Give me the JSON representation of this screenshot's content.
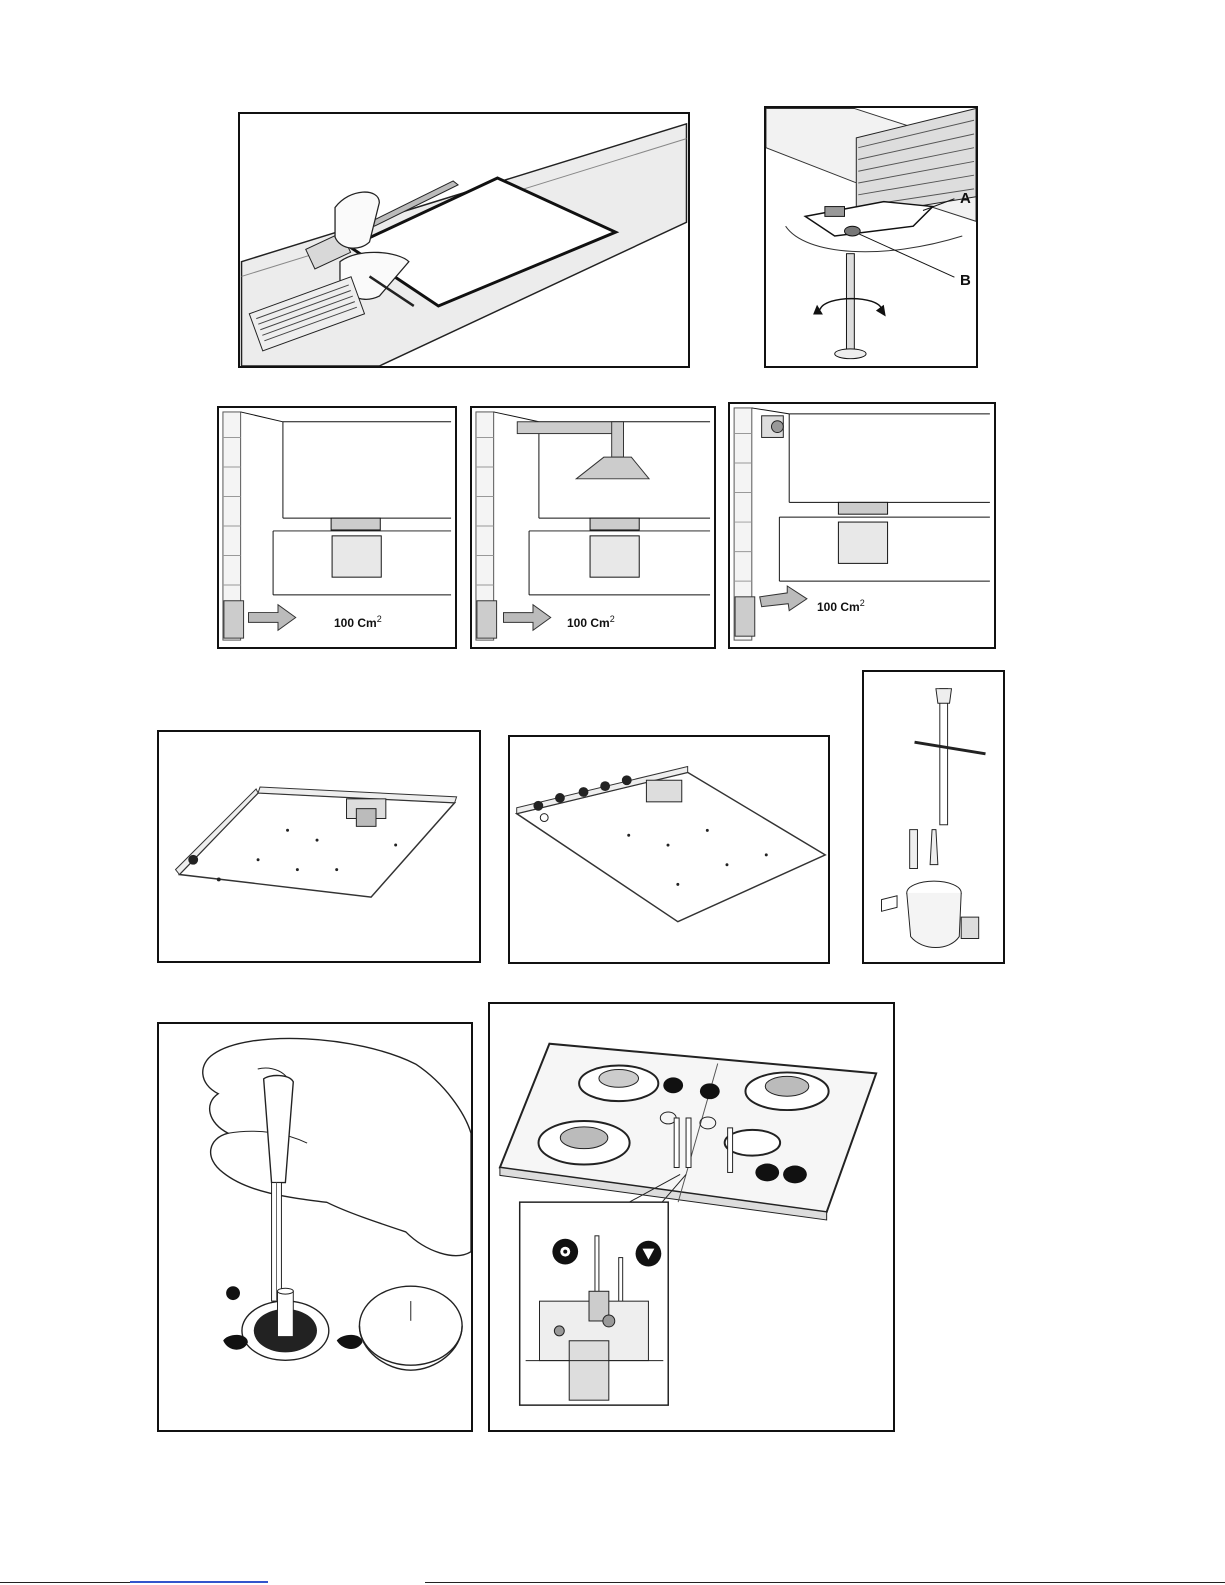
{
  "labels": {
    "a": "A",
    "b": "B"
  },
  "ventilation": {
    "area_value": "100 Cm",
    "area_exponent": "2"
  }
}
